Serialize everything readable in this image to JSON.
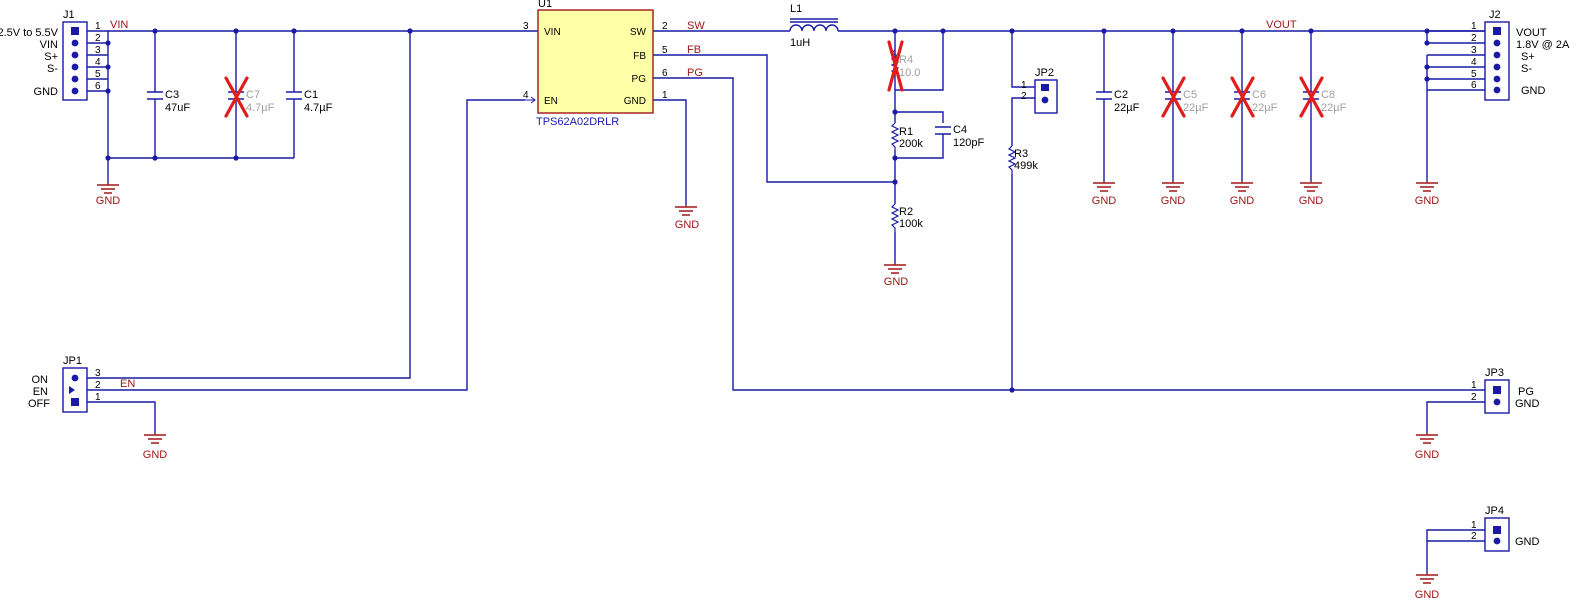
{
  "ic": {
    "ref": "U1",
    "part": "TPS62A02DRLR",
    "pins": {
      "vin_name": "VIN",
      "vin_num": "3",
      "en_name": "EN",
      "en_num": "4",
      "sw_name": "SW",
      "sw_num": "2",
      "fb_name": "FB",
      "fb_num": "5",
      "pg_name": "PG",
      "pg_num": "6",
      "gnd_name": "GND",
      "gnd_num": "1"
    }
  },
  "nets": {
    "vin": "VIN",
    "sw": "SW",
    "fb": "FB",
    "pg": "PG",
    "vout": "VOUT",
    "en": "EN"
  },
  "j1": {
    "ref": "J1",
    "pins": [
      "1",
      "2",
      "3",
      "4",
      "5",
      "6"
    ],
    "labels": {
      "range": "2.5V to 5.5V",
      "vin": "VIN",
      "splus": "S+",
      "sminus": "S-",
      "gnd": "GND"
    }
  },
  "j2": {
    "ref": "J2",
    "pins": [
      "1",
      "2",
      "3",
      "4",
      "5",
      "6"
    ],
    "labels": {
      "vout": "VOUT",
      "rating": "1.8V @ 2A",
      "splus": "S+",
      "sminus": "S-",
      "gnd": "GND"
    }
  },
  "jp1": {
    "ref": "JP1",
    "pins": [
      "3",
      "2",
      "1"
    ],
    "labels": {
      "on": "ON",
      "en": "EN",
      "off": "OFF"
    }
  },
  "jp2": {
    "ref": "JP2",
    "pins": [
      "1",
      "2"
    ]
  },
  "jp3": {
    "ref": "JP3",
    "pins": [
      "1",
      "2"
    ],
    "labels": {
      "pg": "PG",
      "gnd": "GND"
    }
  },
  "jp4": {
    "ref": "JP4",
    "pins": [
      "1",
      "2"
    ],
    "labels": {
      "gnd": "GND"
    }
  },
  "inductor": {
    "ref": "L1",
    "value": "1uH"
  },
  "capacitors": {
    "c1": {
      "ref": "C1",
      "value": "4.7µF"
    },
    "c2": {
      "ref": "C2",
      "value": "22µF"
    },
    "c3": {
      "ref": "C3",
      "value": "47uF"
    },
    "c4": {
      "ref": "C4",
      "value": "120pF"
    },
    "c5": {
      "ref": "C5",
      "value": "22µF",
      "dnp": true
    },
    "c6": {
      "ref": "C6",
      "value": "22µF",
      "dnp": true
    },
    "c7": {
      "ref": "C7",
      "value": "4.7µF",
      "dnp": true
    },
    "c8": {
      "ref": "C8",
      "value": "22µF",
      "dnp": true
    }
  },
  "resistors": {
    "r1": {
      "ref": "R1",
      "value": "200k"
    },
    "r2": {
      "ref": "R2",
      "value": "100k"
    },
    "r3": {
      "ref": "R3",
      "value": "499k"
    },
    "r4": {
      "ref": "R4",
      "value": "10.0",
      "dnp": true
    }
  },
  "ground": {
    "label": "GND"
  },
  "colors": {
    "wire": "#1a1aa6",
    "ic_fill": "#ffffa8",
    "ic_border": "#a01818",
    "net_label": "#a01818",
    "ground": "#a01818",
    "dnp_mark": "#e21b1b"
  }
}
